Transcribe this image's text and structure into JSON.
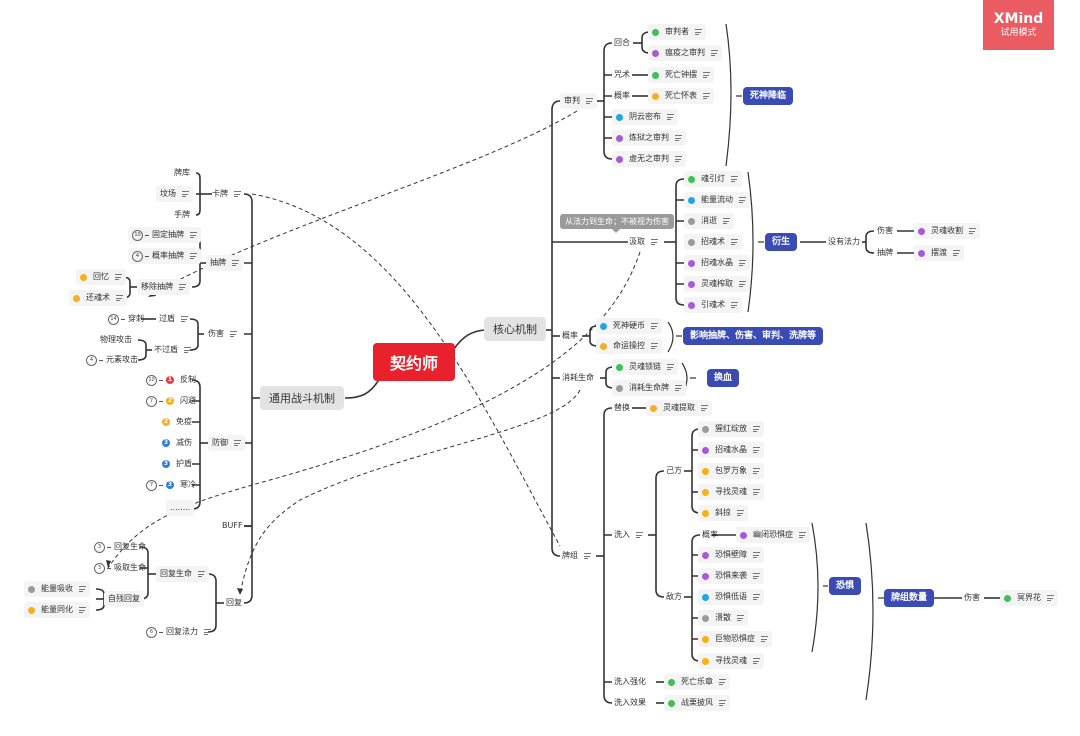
{
  "watermark": {
    "brand": "XMind",
    "mode": "试用模式"
  },
  "colors": {
    "root": "#e8212c",
    "summary": "#3a4bb4",
    "green": "#3cc152",
    "purple": "#a85ad6",
    "orange": "#f5b01c",
    "blue": "#1ea8e0",
    "gray": "#9b9b9b",
    "red": "#ea3b3b",
    "badge_blue": "#2f7de1"
  },
  "root": {
    "label": "契约师"
  },
  "main_topics": {
    "core": "核心机制",
    "general": "通用战斗机制"
  },
  "callout": {
    "text": "从法力到生命；不被视为伤害"
  },
  "core": {
    "judgment": {
      "label": "审判",
      "round": {
        "label": "回合",
        "items": [
          {
            "label": "审判者",
            "color": "green"
          },
          {
            "label": "瘟疫之审判",
            "color": "purple"
          }
        ]
      },
      "curse": {
        "label": "咒术",
        "item": {
          "label": "死亡钟摆",
          "color": "green"
        }
      },
      "prob": {
        "label": "概率",
        "item": {
          "label": "死亡怀表",
          "color": "orange"
        }
      },
      "items": [
        {
          "label": "阴云密布",
          "color": "blue"
        },
        {
          "label": "炼狱之审判",
          "color": "purple"
        },
        {
          "label": "虚无之审判",
          "color": "purple"
        }
      ],
      "summary": "死神降临"
    },
    "drain": {
      "label": "汲取",
      "items": [
        {
          "label": "魂引灯",
          "color": "green"
        },
        {
          "label": "能量流动",
          "color": "blue"
        },
        {
          "label": "消逝",
          "color": "gray"
        },
        {
          "label": "招魂术",
          "color": "gray"
        },
        {
          "label": "招魂水晶",
          "color": "purple"
        },
        {
          "label": "灵魂榨取",
          "color": "purple"
        },
        {
          "label": "引魂术",
          "color": "purple"
        }
      ],
      "summary": "衍生",
      "no_mana": "没有法力",
      "damage": {
        "label": "伤害",
        "item": {
          "label": "灵魂收割",
          "color": "purple"
        }
      },
      "draw": {
        "label": "抽牌",
        "item": {
          "label": "摆渡",
          "color": "purple"
        }
      }
    },
    "probability": {
      "label": "概率",
      "items": [
        {
          "label": "死神硬币",
          "color": "blue"
        },
        {
          "label": "命运操控",
          "color": "orange"
        }
      ],
      "summary": "影响抽牌、伤害、审判、洗牌等"
    },
    "consume": {
      "label": "消耗生命",
      "items": [
        {
          "label": "灵魂锁链",
          "color": "green"
        },
        {
          "label": "消耗生命牌",
          "color": "gray"
        }
      ],
      "summary": "换血"
    },
    "deck": {
      "label": "牌组",
      "replace": {
        "label": "替换",
        "item": {
          "label": "灵魂提取",
          "color": "orange"
        }
      },
      "shuffle_in": {
        "label": "洗入",
        "self": {
          "label": "己方",
          "items": [
            {
              "label": "猩红绽放",
              "color": "gray"
            },
            {
              "label": "招魂水晶",
              "color": "purple"
            },
            {
              "label": "包罗万象",
              "color": "orange"
            },
            {
              "label": "寻找灵魂",
              "color": "orange"
            },
            {
              "label": "斜掠",
              "color": "orange"
            }
          ]
        },
        "enemy": {
          "label": "敌方",
          "prob": {
            "label": "概率",
            "item": {
              "label": "幽闭恐惧症",
              "color": "purple"
            }
          },
          "items": [
            {
              "label": "恐惧壁障",
              "color": "purple"
            },
            {
              "label": "恐惧来袭",
              "color": "purple"
            },
            {
              "label": "恐惧低语",
              "color": "blue"
            },
            {
              "label": "溃散",
              "color": "gray"
            },
            {
              "label": "巨物恐惧症",
              "color": "orange"
            },
            {
              "label": "寻找灵魂",
              "color": "orange"
            }
          ],
          "summary": "恐惧"
        },
        "summary": "牌组数量",
        "damage": {
          "label": "伤害",
          "item": {
            "label": "冥界花",
            "color": "green"
          }
        }
      },
      "enhance": {
        "label": "洗入强化",
        "item": {
          "label": "死亡乐章",
          "color": "green"
        }
      },
      "effect": {
        "label": "洗入效果",
        "item": {
          "label": "战栗披风",
          "color": "green"
        }
      }
    }
  },
  "general": {
    "card": {
      "label": "卡牌",
      "items": [
        "牌库",
        "坟场",
        "手牌"
      ]
    },
    "draw": {
      "label": "抽牌",
      "items": [
        {
          "count": "10",
          "label": "固定抽牌"
        },
        {
          "count": "4",
          "label": "概率抽牌"
        }
      ],
      "remove": {
        "label": "移除抽牌",
        "items": [
          {
            "label": "回忆",
            "color": "orange"
          },
          {
            "label": "还魂术",
            "color": "orange"
          }
        ]
      }
    },
    "damage": {
      "label": "伤害",
      "pierce_shield": {
        "label": "过盾",
        "item": {
          "count": "14",
          "label": "穿刺"
        }
      },
      "no_shield": {
        "label": "不过盾",
        "items": [
          {
            "count": "",
            "label": "物理攻击"
          },
          {
            "count": "4",
            "label": "元素攻击"
          }
        ]
      }
    },
    "defense": {
      "label": "防御",
      "items": [
        {
          "count": "10",
          "badge": "1",
          "badge_color": "red",
          "label": "反制"
        },
        {
          "count": "7",
          "badge": "2",
          "badge_color": "orange",
          "label": "闪避"
        },
        {
          "count": "",
          "badge": "2",
          "badge_color": "orange",
          "label": "免疫"
        },
        {
          "count": "",
          "badge": "3",
          "badge_color": "badge_blue",
          "label": "减伤"
        },
        {
          "count": "",
          "badge": "3",
          "badge_color": "badge_blue",
          "label": "护盾"
        },
        {
          "count": "7",
          "badge": "3",
          "badge_color": "badge_blue",
          "label": "寒冷"
        }
      ],
      "ellipsis": "........"
    },
    "buff": "BUFF",
    "recover": {
      "label": "回复",
      "life": {
        "label": "回复生命",
        "items": [
          {
            "count": "3",
            "label": "回复生命"
          },
          {
            "count": "3",
            "label": "吸取生命"
          }
        ],
        "self_harm": {
          "label": "自残回复",
          "items": [
            {
              "label": "能量吸收",
              "color": "gray"
            },
            {
              "label": "能量同化",
              "color": "orange"
            }
          ]
        }
      },
      "mana": {
        "count": "6",
        "label": "回复法力"
      }
    }
  }
}
